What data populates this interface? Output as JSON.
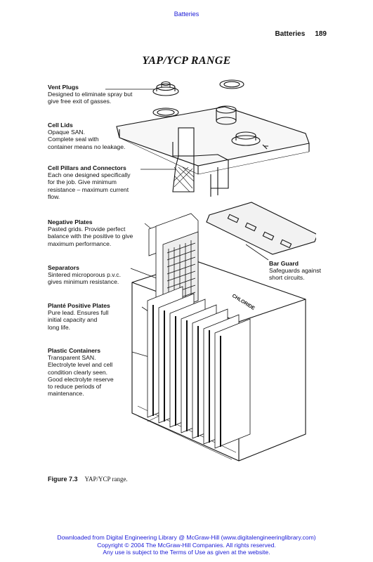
{
  "header": {
    "top_link": "Batteries",
    "running_title": "Batteries",
    "page_number": "189"
  },
  "figure": {
    "title": "YAP/YCP RANGE",
    "labels": [
      {
        "heading": "Vent Plugs",
        "text": "Designed to eliminate spray but\ngive free exit of gasses."
      },
      {
        "heading": "Cell Lids",
        "text": "Opaque SAN.\nComplete seal with\ncontainer means no leakage."
      },
      {
        "heading": "Cell Pillars and Connectors",
        "text": "Each one designed specifically\nfor the job. Give minimum\nresistance – maximum current\nflow."
      },
      {
        "heading": "Negative Plates",
        "text": "Pasted grids. Provide perfect\nbalance with the positive to give\nmaximum performance."
      },
      {
        "heading": "Separators",
        "text": "Sintered microporous p.v.c.\ngives minimum resistance."
      },
      {
        "heading": "Planté Positive Plates",
        "text": "Pure lead. Ensures full\ninitial capacity and\nlong life."
      },
      {
        "heading": "Plastic Containers",
        "text": "Transparent SAN.\nElectrolyte level and cell\ncondition clearly seen.\nGood electrolyte reserve\nto reduce periods of\nmaintenance."
      }
    ],
    "right_label": {
      "heading": "Bar Guard",
      "text": "Safeguards against\nshort circuits."
    },
    "container_marking": "CHLORIDE",
    "caption_number": "Figure 7.3",
    "caption_text": "YAP/YCP range."
  },
  "footer": {
    "line1": "Downloaded from Digital Engineering Library @ McGraw-Hill (www.digitalengineeringlibrary.com)",
    "line2": "Copyright © 2004 The McGraw-Hill Companies. All rights reserved.",
    "line3": "Any use is subject to the Terms of Use as given at the website."
  }
}
